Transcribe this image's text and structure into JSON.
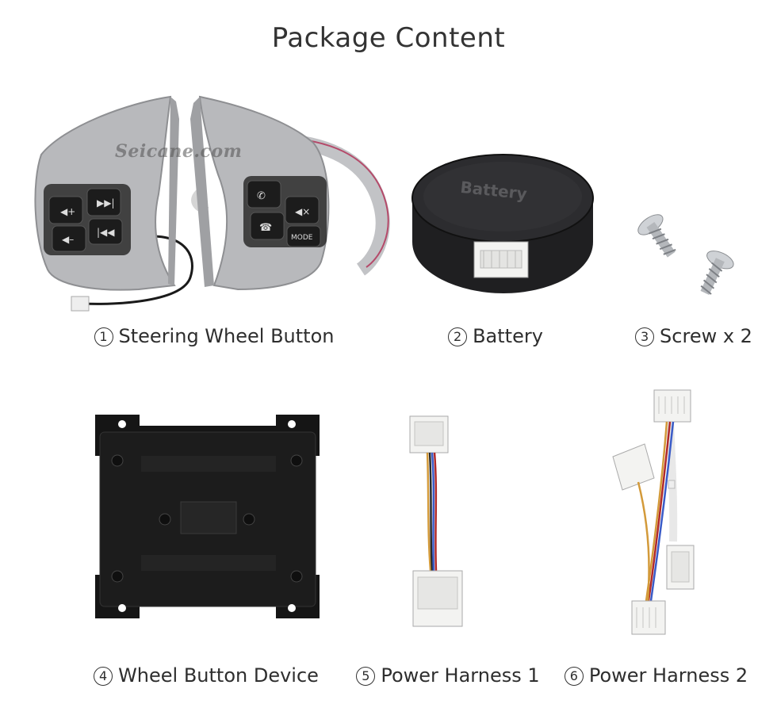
{
  "page": {
    "title": "Package Content",
    "watermark": "Seicane.com"
  },
  "items": [
    {
      "number": "1",
      "label": "Steering Wheel Button",
      "icon": "steering-wheel-buttons"
    },
    {
      "number": "2",
      "label": "Battery",
      "icon": "battery-puck"
    },
    {
      "number": "3",
      "label": "Screw x 2",
      "icon": "screws"
    },
    {
      "number": "4",
      "label": "Wheel Button Device",
      "icon": "control-box"
    },
    {
      "number": "5",
      "label": "Power Harness 1",
      "icon": "harness"
    },
    {
      "number": "6",
      "label": "Power Harness 2",
      "icon": "harness-y"
    }
  ],
  "product_markings": {
    "battery_label": "Battery",
    "mode_button": "MODE"
  },
  "colors": {
    "panel_silver": "#b8b9bc",
    "button_black": "#1f1f1f",
    "device_black": "#151515",
    "connector_white": "#f3f3f1"
  }
}
